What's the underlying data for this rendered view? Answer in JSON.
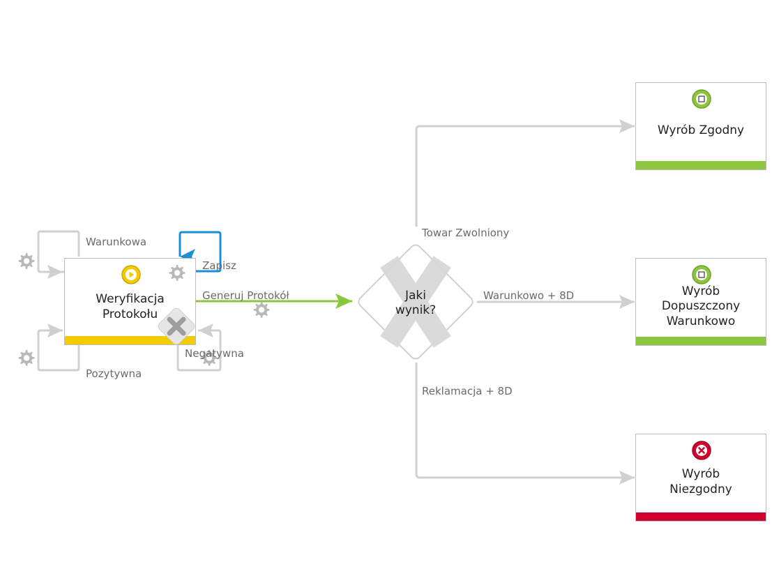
{
  "colors": {
    "connector": "#d0d0d0",
    "active_connector": "#8cc63f",
    "loop_selected": "#1a8fd6",
    "warning": "#f2cc00",
    "success": "#8cc63f",
    "error": "#d0002f",
    "gear": "#b8b8b8",
    "delete_overlay": "#9e9e9e"
  },
  "start_node": {
    "title_line1": "Weryfikacja",
    "title_line2": "Protokołu",
    "status_icon": "play-icon",
    "status_color": "warning"
  },
  "gateway": {
    "title_line1": "Jaki",
    "title_line2": "wynik?",
    "icon": "x-gateway-icon"
  },
  "end_nodes": [
    {
      "title_lines": [
        "Wyrób Zgodny"
      ],
      "icon": "stop-icon",
      "color": "success"
    },
    {
      "title_lines": [
        "Wyrób",
        "Dopuszczony",
        "Warunkowo"
      ],
      "icon": "stop-icon",
      "color": "success"
    },
    {
      "title_lines": [
        "Wyrób",
        "Niezgodny"
      ],
      "icon": "error-icon",
      "color": "error"
    }
  ],
  "transitions": {
    "warunkowa": "Warunkowa",
    "zapisz": "Zapisz",
    "generuj": "Generuj Protokół",
    "negatywna": "Negatywna",
    "pozytywna": "Pozytywna",
    "towar": "Towar Zwolniony",
    "warunkowo8d": "Warunkowo + 8D",
    "reklamacja": "Reklamacja + 8D"
  }
}
